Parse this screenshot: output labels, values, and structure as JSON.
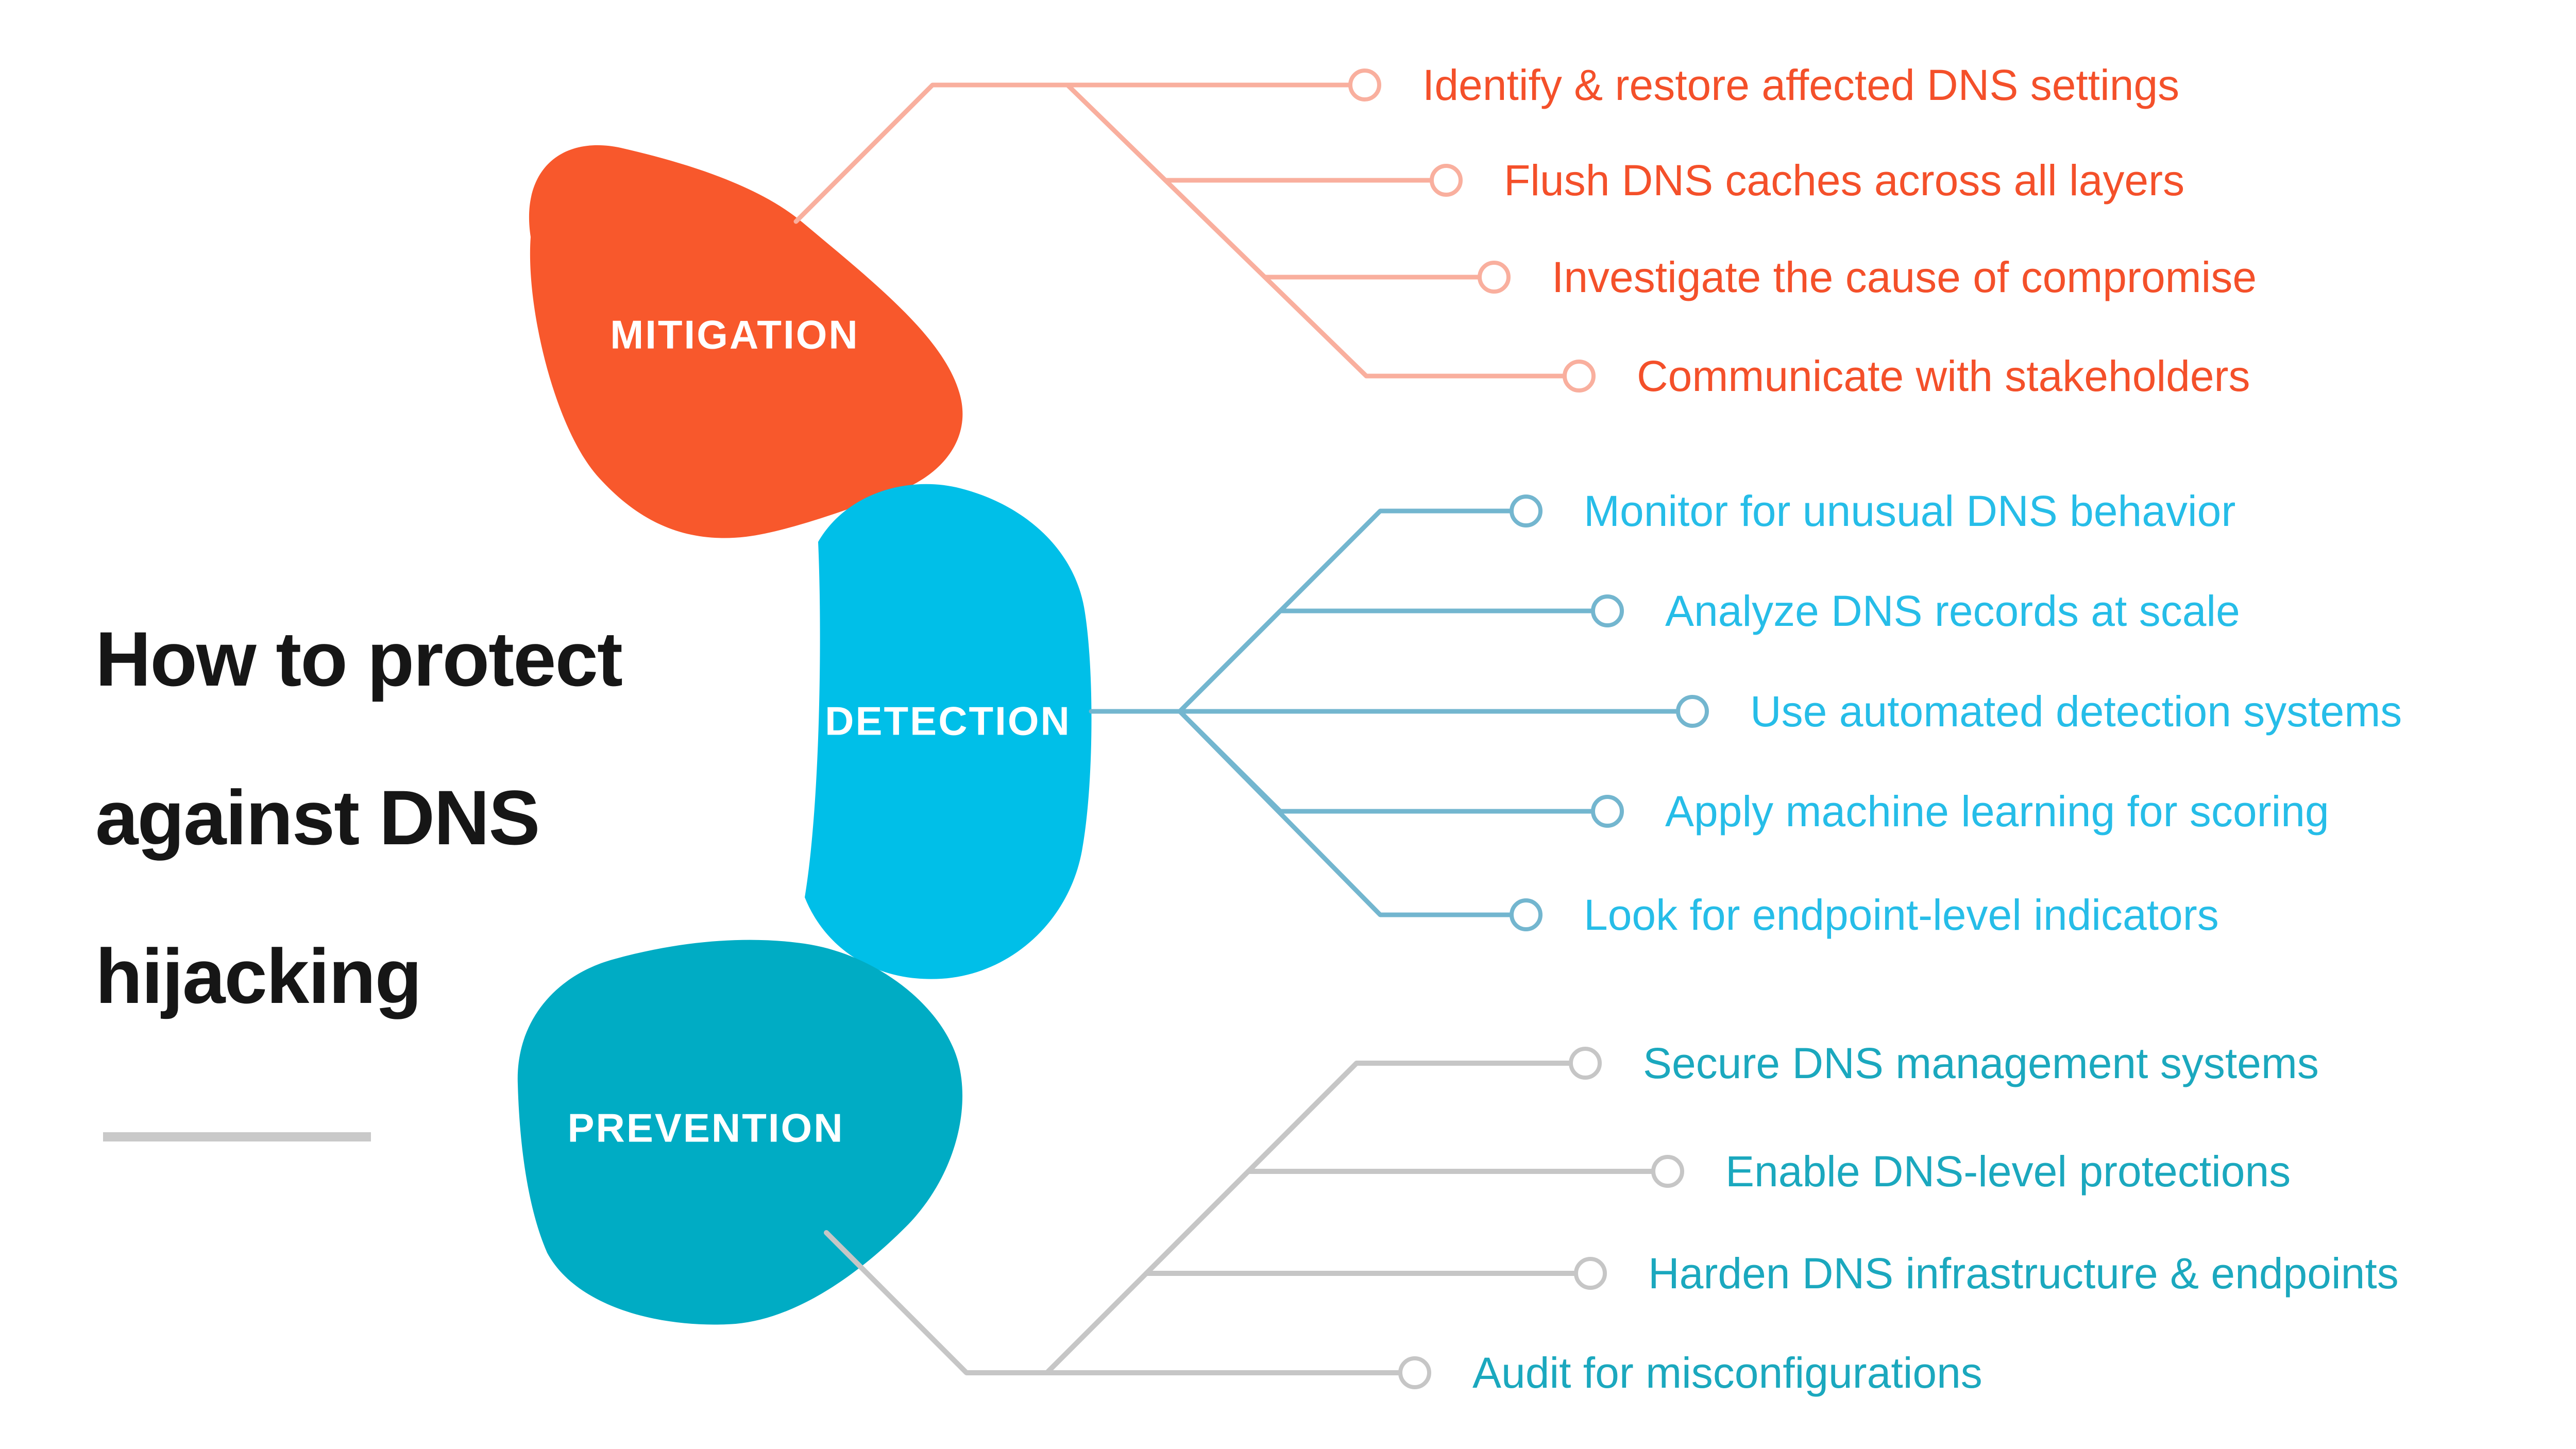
{
  "title": {
    "line1": "How to protect",
    "line2": "against DNS",
    "line3": "hijacking"
  },
  "colors": {
    "mitigation_blob": "#F8582C",
    "mitigation_line": "#F9AF9E",
    "mitigation_text": "#F4502A",
    "detection_blob": "#00BFE8",
    "detection_line": "#73B6CF",
    "detection_text": "#26BDE8",
    "prevention_blob": "#00ACC4",
    "prevention_line": "#C6C6C6",
    "prevention_text": "#1BA8BE",
    "title_text": "#161616",
    "underline": "#C9C9C9"
  },
  "branches": [
    {
      "label": "MITIGATION",
      "items": [
        {
          "label": "Identify & restore affected DNS settings"
        },
        {
          "label": "Flush DNS caches across all layers"
        },
        {
          "label": "Investigate the cause of compromise"
        },
        {
          "label": "Communicate with stakeholders"
        }
      ]
    },
    {
      "label": "DETECTION",
      "items": [
        {
          "label": "Monitor for unusual DNS behavior"
        },
        {
          "label": "Analyze DNS records at scale"
        },
        {
          "label": "Use automated detection systems"
        },
        {
          "label": "Apply machine learning for scoring"
        },
        {
          "label": "Look for endpoint-level indicators"
        }
      ]
    },
    {
      "label": "PREVENTION",
      "items": [
        {
          "label": "Secure DNS management systems"
        },
        {
          "label": "Enable DNS-level protections"
        },
        {
          "label": "Harden DNS infrastructure & endpoints"
        },
        {
          "label": "Audit for misconfigurations"
        }
      ]
    }
  ]
}
